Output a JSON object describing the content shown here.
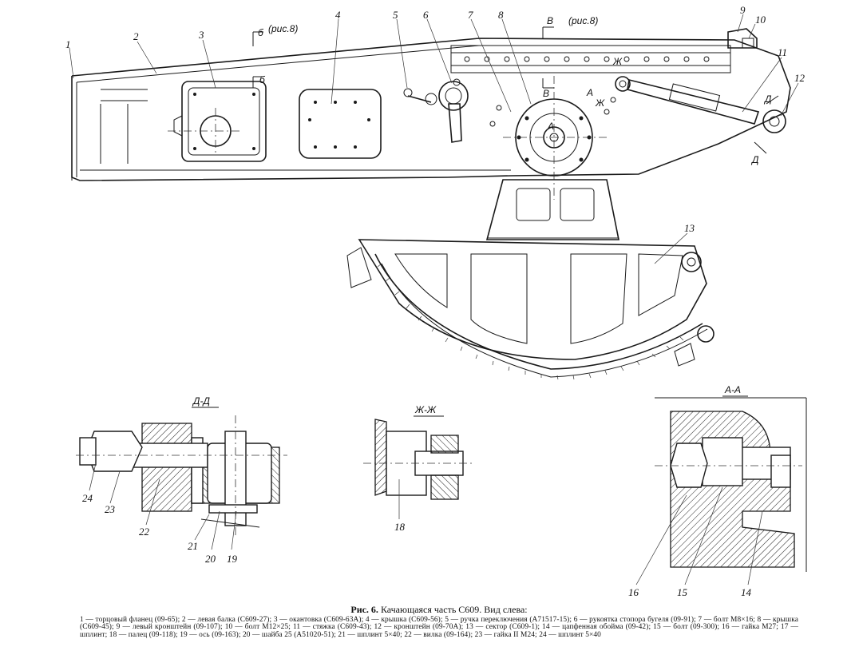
{
  "figure": {
    "fig_label": "Рис. 6.",
    "title": "Качающаяся часть С609. Вид слева:",
    "legend": "1 — торцовый фланец (09-65); 2 — левая балка (С609-27); 3 — окантовка (С609-63А); 4 — крышка (С609-56); 5 — ручка переключения (А71517-15); 6 — рукоятка стопора бугеля (09-91); 7 — болт М8×16; 8 — крышка (С609-45); 9 — левый кронштейн (09-107); 10 — болт М12×25; 11 — стяжка (С609-43); 12 — кронштейн (09-70А); 13 — сектор (С609-1); 14 — цапфенная обойма (09-42); 15 — болт (09-300); 16 — гайка М27; 17 — шплинт; 18 — палец (09-118); 19 — ось (09-163); 20 — шайба 25 (А51020-51); 21 — шплинт 5×40; 22 — вилка (09-164); 23 — гайка II М24; 24 — шплинт 5×40"
  },
  "callouts": {
    "main": [
      "1",
      "2",
      "3",
      "4",
      "5",
      "6",
      "7",
      "8",
      "9",
      "10",
      "11",
      "12",
      "13"
    ],
    "section_dd": [
      "24",
      "23",
      "22",
      "21",
      "20",
      "19"
    ],
    "section_zhzh": [
      "18"
    ],
    "section_aa": [
      "16",
      "15",
      "14"
    ]
  },
  "section_marks": {
    "ref_fig8_left": "(рис.8)",
    "ref_fig8_right": "(рис.8)",
    "b_letter": "б",
    "v_letter": "В",
    "a_letter": "А",
    "zh_letter": "Ж",
    "d_letter": "Д"
  },
  "section_titles": {
    "dd": "Д-Д",
    "zhzh": "Ж-Ж",
    "aa": "А-А"
  }
}
